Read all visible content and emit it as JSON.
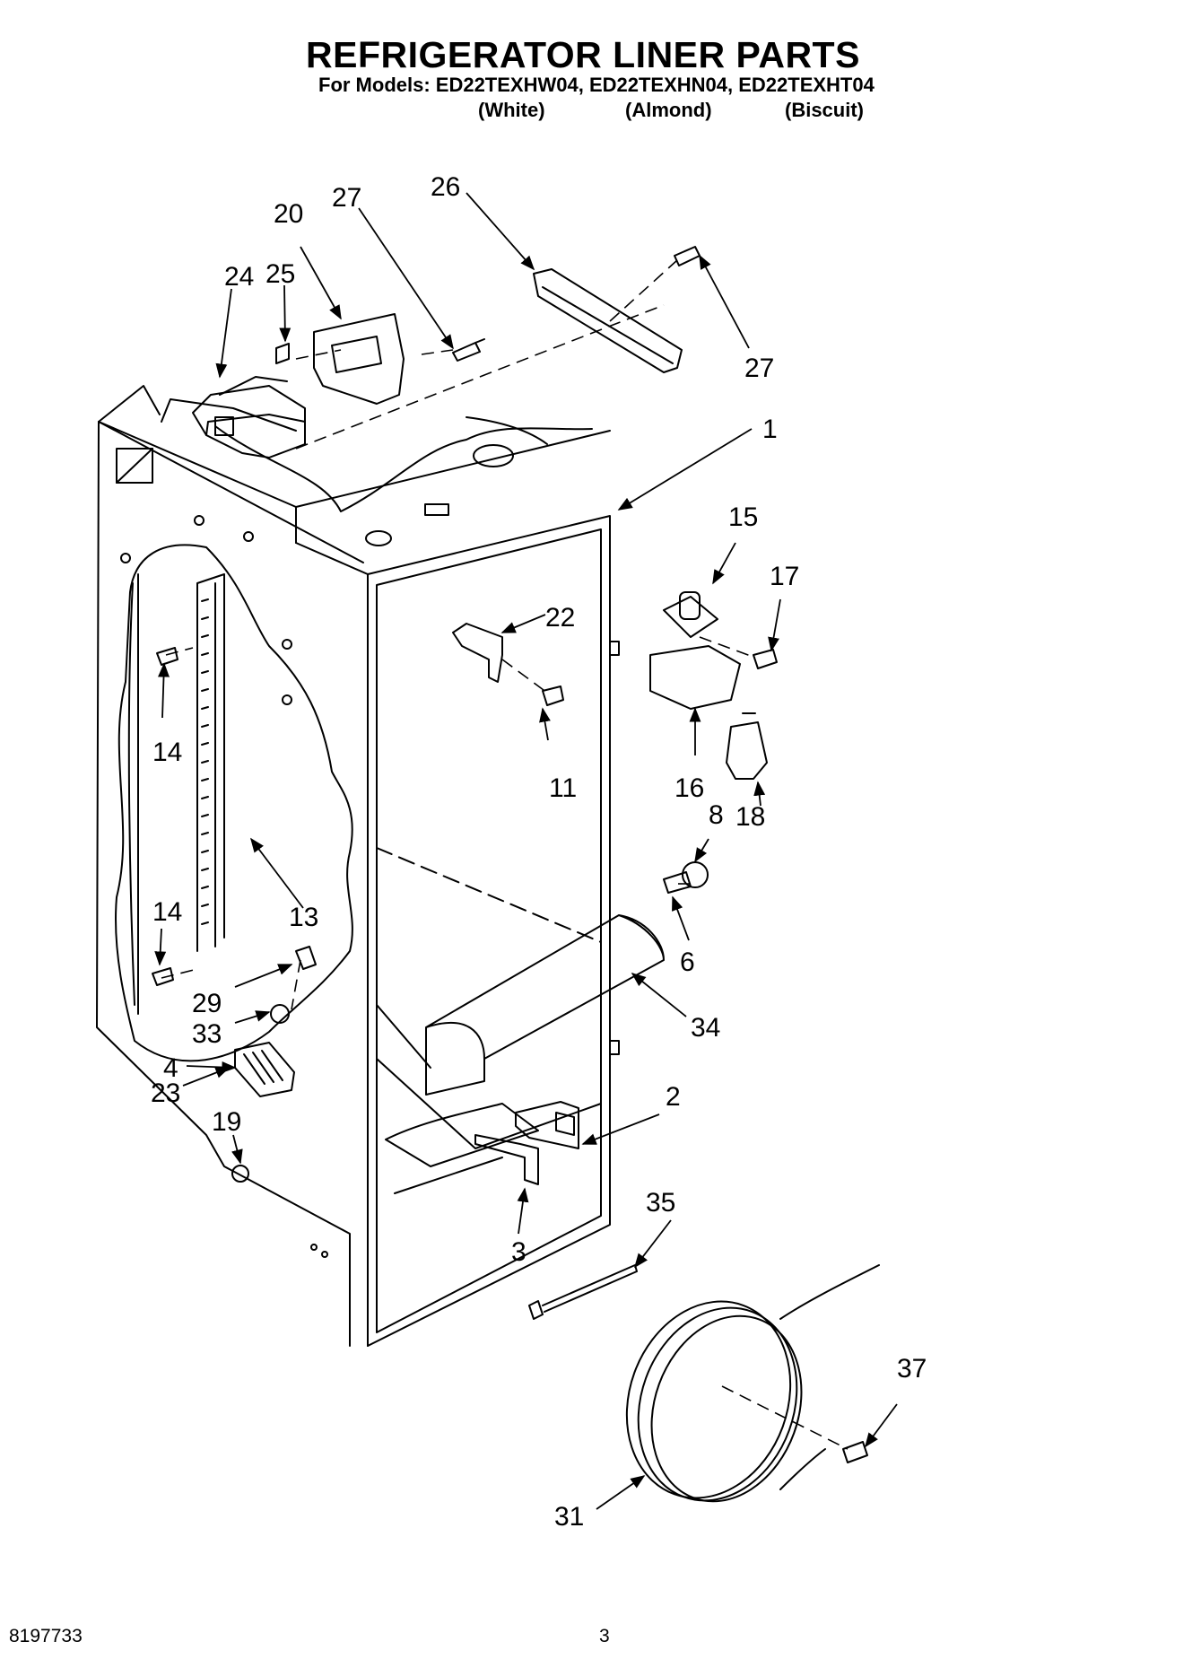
{
  "header": {
    "title": "REFRIGERATOR LINER PARTS",
    "models_line": "For Models: ED22TEXHW04, ED22TEXHN04, ED22TEXHT04",
    "finishes": [
      "(White)",
      "(Almond)",
      "(Biscuit)"
    ]
  },
  "callouts": [
    "1",
    "2",
    "3",
    "4",
    "6",
    "8",
    "11",
    "13",
    "14",
    "14",
    "15",
    "16",
    "17",
    "18",
    "19",
    "20",
    "22",
    "23",
    "24",
    "25",
    "26",
    "27",
    "27",
    "29",
    "31",
    "33",
    "34",
    "35",
    "37"
  ],
  "footer": {
    "part_number": "8197733",
    "page_number": "3"
  }
}
